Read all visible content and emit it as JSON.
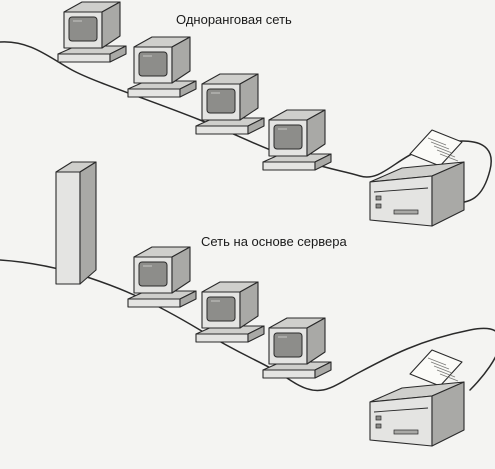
{
  "titles": {
    "peer_to_peer": "Одноранговая сеть",
    "server_based": "Сеть на основе сервера"
  },
  "palette": {
    "background": "#f4f4f2",
    "stroke": "#2a2a2a",
    "device_face": "#e4e4e2",
    "device_side": "#a9a9a6",
    "device_top": "#cfcfcc",
    "screen": "#8d8d8a",
    "paper": "#fbfbf8"
  },
  "diagrams": [
    {
      "name": "peer-to-peer-network",
      "title_key": "peer_to_peer",
      "workstations": 4,
      "servers": 0,
      "printers": 1
    },
    {
      "name": "server-based-network",
      "title_key": "server_based",
      "workstations": 3,
      "servers": 1,
      "printers": 1
    }
  ]
}
